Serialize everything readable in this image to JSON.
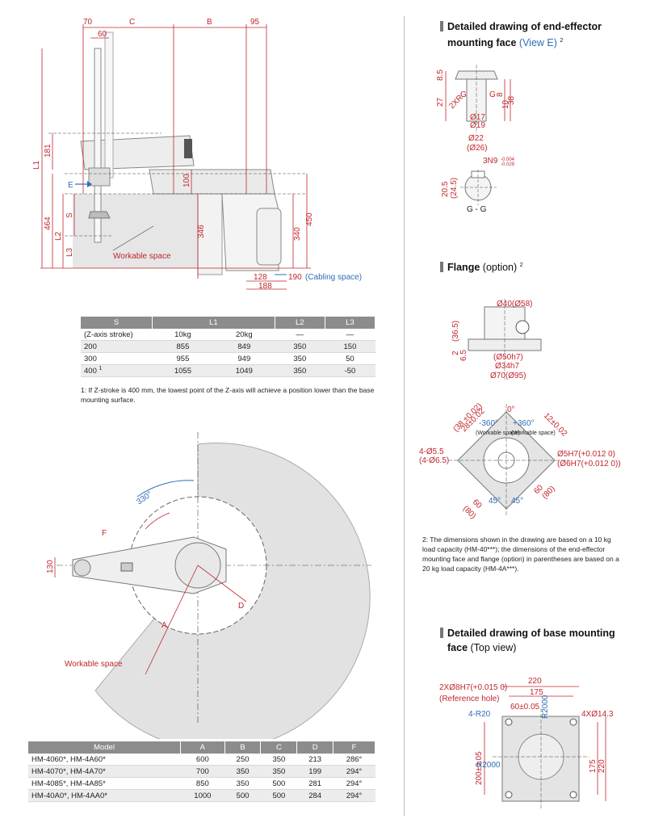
{
  "colors": {
    "dimension": "#c0262d",
    "accent": "#2f6db5",
    "header": "#8c8c8c",
    "workable": "#dcdcdc"
  },
  "side_view": {
    "top_dims": [
      "70",
      "C",
      "B",
      "95"
    ],
    "sub_dim": "60",
    "labels": [
      "L1",
      "181",
      "464",
      "L2",
      "L3",
      "S",
      "450",
      "340",
      "346",
      "100"
    ],
    "view_arrow": "E",
    "workable": "Workable space",
    "bottom_dims": [
      "128",
      "190",
      "188"
    ],
    "cabling": "(Cabling space)"
  },
  "stroke_table": {
    "headers": [
      "S",
      "L1",
      "L2",
      "L3"
    ],
    "subheader": [
      "(Z-axis stroke)",
      "10kg",
      "20kg",
      "—",
      "—"
    ],
    "rows": [
      [
        "200",
        "855",
        "849",
        "350",
        "150"
      ],
      [
        "300",
        "955",
        "949",
        "350",
        "50"
      ],
      [
        "400",
        "1055",
        "1049",
        "350",
        "-50"
      ]
    ],
    "row3_note": "1",
    "note": "1: If Z-stroke is 400 mm, the lowest point of the Z-axis will achieve a position lower than the base mounting surface."
  },
  "top_view": {
    "angle": "330°",
    "labels": [
      "F",
      "A",
      "D",
      "130"
    ],
    "workable": "Workable space"
  },
  "model_table": {
    "headers": [
      "Model",
      "A",
      "B",
      "C",
      "D",
      "F"
    ],
    "rows": [
      [
        "HM-4060*, HM-4A60*",
        "600",
        "250",
        "350",
        "213",
        "286°"
      ],
      [
        "HM-4070*, HM-4A70*",
        "700",
        "350",
        "350",
        "199",
        "294°"
      ],
      [
        "HM-4085*, HM-4A85*",
        "850",
        "350",
        "500",
        "281",
        "294°"
      ],
      [
        "HM-40A0*, HM-4AA0*",
        "1000",
        "500",
        "500",
        "284",
        "294°"
      ]
    ]
  },
  "end_effector": {
    "title_1": "Detailed drawing of end-effector",
    "title_2": "mounting face",
    "title_blue": "(View E)",
    "sup": "2",
    "dims": [
      "8.5",
      "27",
      "2XR",
      "G",
      "G",
      "8",
      "10",
      "38",
      "Ø17",
      "Ø19",
      "Ø22",
      "(Ø26)"
    ],
    "section": {
      "keyway": "3N9",
      "tol_top": "-0.004",
      "tol_bot": "-0.029",
      "d1": "20.5",
      "d2": "(24.5)",
      "label": "G - G"
    }
  },
  "flange": {
    "title": "Flange",
    "title_note": "(option)",
    "sup": "2",
    "dims": [
      "Ø40(Ø58)",
      "(36.5)",
      "2",
      "6.5",
      "(Ø50h7)",
      "Ø34h7",
      "Ø70(Ø95)"
    ],
    "top": {
      "labels": [
        "(38 ±0.02)",
        "28±0.02",
        "12±0.02",
        "-360°",
        "+360°",
        "(Workable space)",
        "(Workable space)",
        "4-Ø5.5",
        "(4-Ø6.5)",
        "Ø5H7(+0.012 0)",
        "(Ø6H7(+0.012 0))",
        "(80)",
        "60",
        "45°",
        "45°",
        "(80)",
        "60",
        "0°"
      ]
    },
    "note": "2: The dimensions shown in the drawing are based on a 10 kg load capacity (HM-40***); the dimensions of the end-effector mounting face and flange (option) in parentheses are based on a 20 kg load capacity (HM-4A***)."
  },
  "base": {
    "title_1": "Detailed drawing of base mounting",
    "title_2": "face",
    "title_note": "(Top view)",
    "dims": [
      "2XØ8H7(+0.015 0)",
      "(Reference hole)",
      "220",
      "175",
      "60±0.05",
      "R2000",
      "4-R20",
      "4XØ14.3",
      "200±0.05",
      "R2000",
      "175",
      "220"
    ]
  }
}
